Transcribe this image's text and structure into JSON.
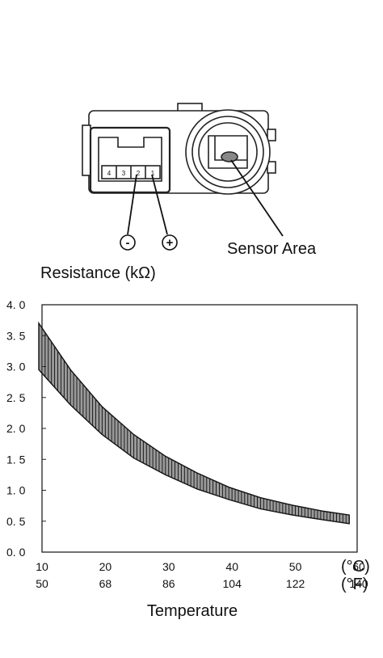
{
  "connector": {
    "pins": [
      "4",
      "3",
      "2",
      "1"
    ],
    "minus_symbol": "-",
    "plus_symbol": "+",
    "sensor_area_label": "Sensor Area"
  },
  "chart_data": {
    "type": "area",
    "ylabel": "Resistance (kΩ)",
    "xlabel": "Temperature",
    "ylim": [
      0,
      4.0
    ],
    "xlim": [
      10,
      60
    ],
    "y_ticks": [
      "0. 0",
      "0. 5",
      "1. 0",
      "1. 5",
      "2. 0",
      "2. 5",
      "3. 0",
      "3. 5",
      "4. 0"
    ],
    "x_ticks_c": [
      "10",
      "20",
      "30",
      "40",
      "50",
      "60"
    ],
    "x_ticks_f": [
      "50",
      "68",
      "86",
      "104",
      "122",
      "140"
    ],
    "x_unit_c": "(°C)",
    "x_unit_f": "(°F)",
    "band_upper": [
      [
        10,
        3.7
      ],
      [
        15,
        2.95
      ],
      [
        20,
        2.35
      ],
      [
        25,
        1.9
      ],
      [
        30,
        1.55
      ],
      [
        35,
        1.28
      ],
      [
        40,
        1.05
      ],
      [
        45,
        0.88
      ],
      [
        50,
        0.76
      ],
      [
        55,
        0.66
      ],
      [
        59,
        0.6
      ]
    ],
    "band_lower": [
      [
        10,
        2.95
      ],
      [
        15,
        2.38
      ],
      [
        20,
        1.9
      ],
      [
        25,
        1.52
      ],
      [
        30,
        1.25
      ],
      [
        35,
        1.02
      ],
      [
        40,
        0.85
      ],
      [
        45,
        0.7
      ],
      [
        50,
        0.6
      ],
      [
        55,
        0.52
      ],
      [
        59,
        0.46
      ]
    ],
    "grid": false,
    "fill": "#9a9a9a"
  }
}
